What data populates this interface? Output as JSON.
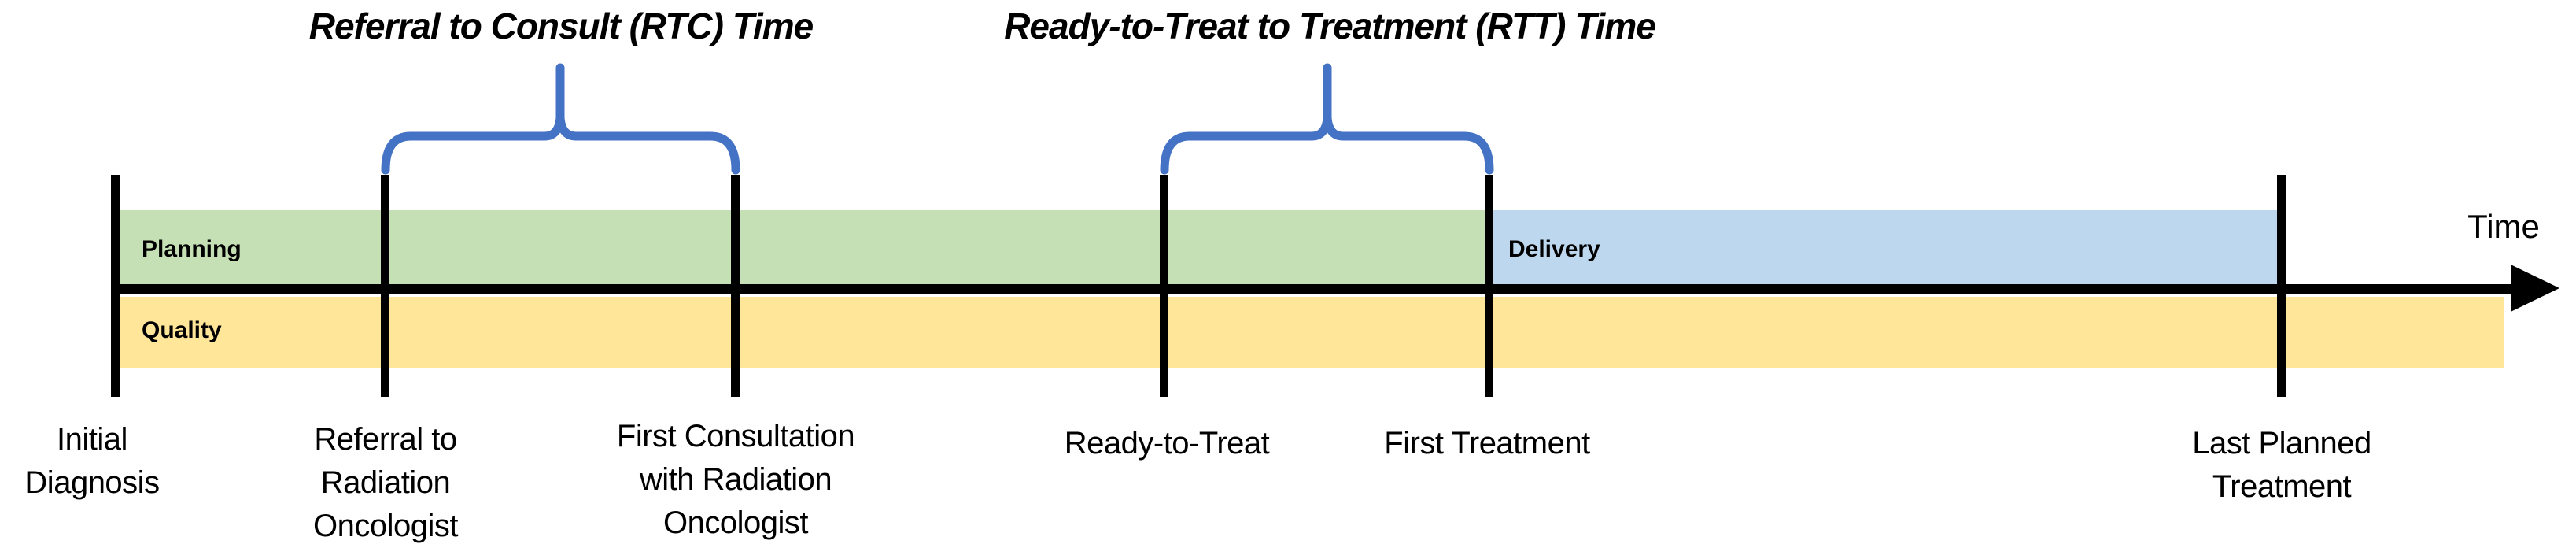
{
  "diagram": {
    "axis_label": "Time",
    "brace_color": "#4472C4",
    "spans": [
      {
        "label": "Referral to Consult (RTC) Time"
      },
      {
        "label": "Ready-to-Treat to Treatment (RTT) Time"
      }
    ],
    "phases": [
      {
        "label": "Planning",
        "color": "#C5E0B4"
      },
      {
        "label": "Delivery",
        "color": "#BDD7EE"
      },
      {
        "label": "Quality",
        "color": "#FFE699"
      }
    ],
    "milestones": [
      {
        "label": "Initial\nDiagnosis"
      },
      {
        "label": "Referral to\nRadiation\nOncologist"
      },
      {
        "label": "First Consultation\nwith Radiation\nOncologist"
      },
      {
        "label": "Ready-to-Treat"
      },
      {
        "label": "First Treatment"
      },
      {
        "label": "Last Planned Treatment"
      }
    ]
  }
}
